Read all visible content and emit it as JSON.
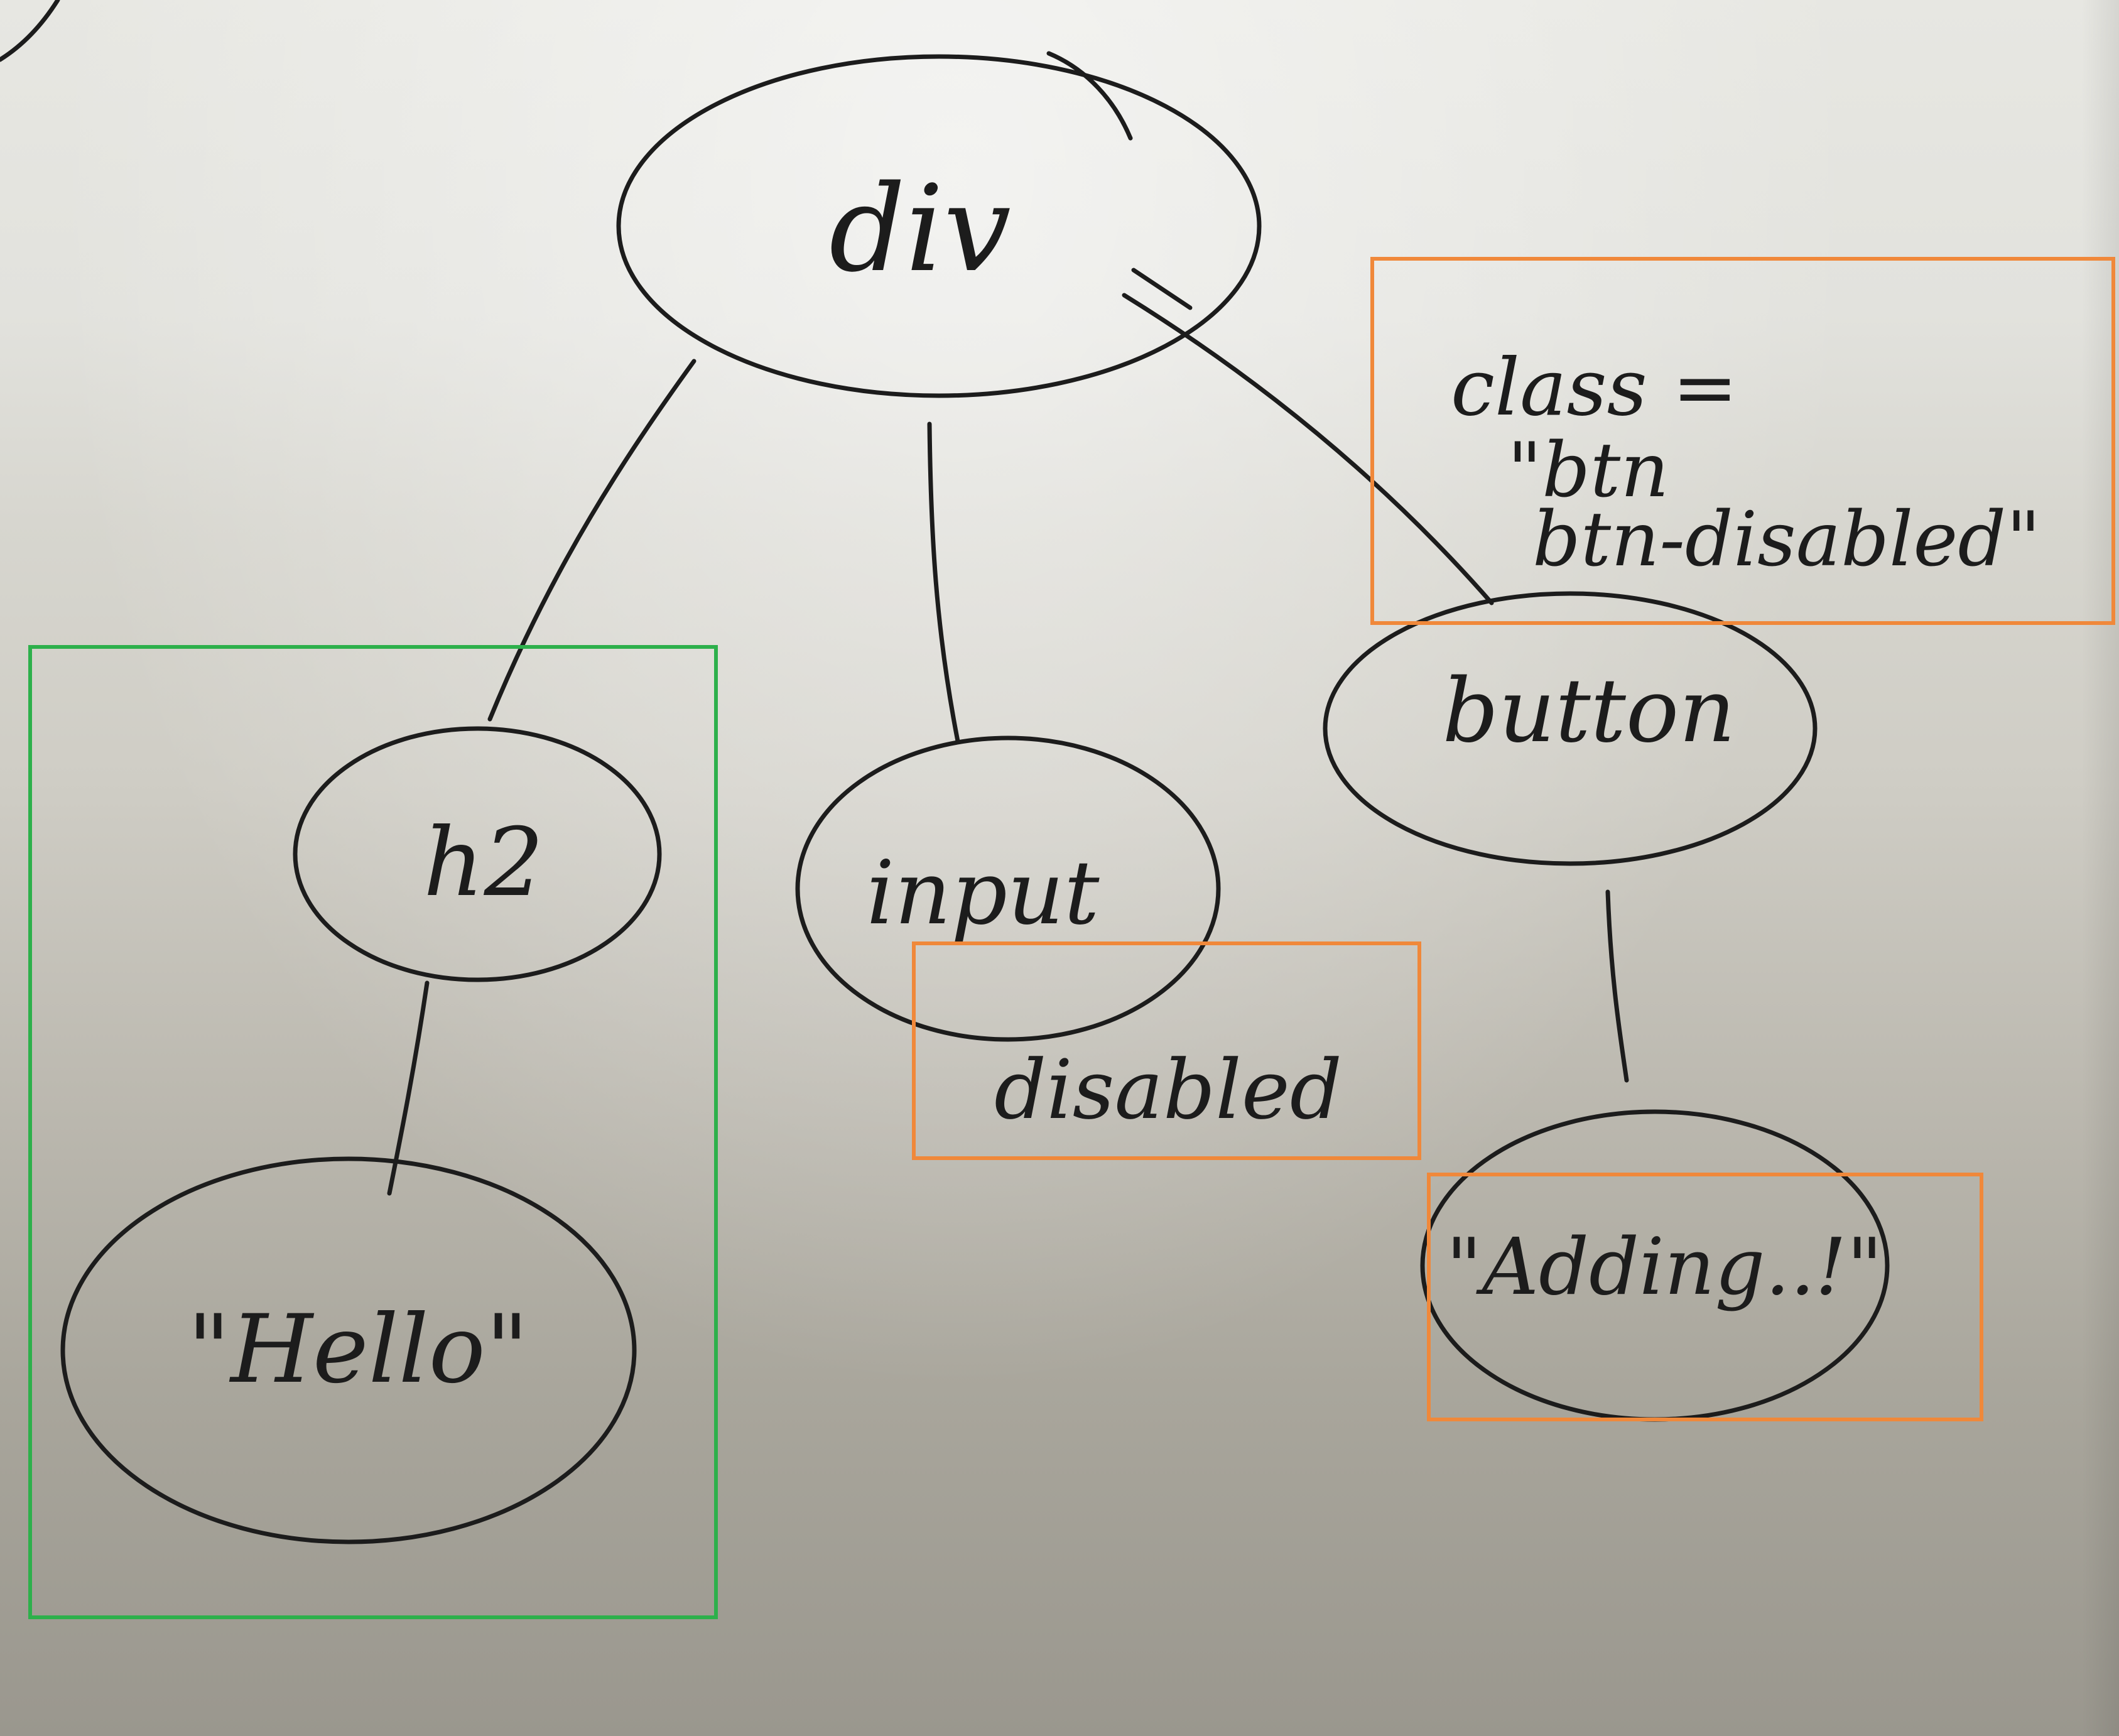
{
  "diagram": {
    "nodes": {
      "div": "div",
      "h2": "h2",
      "input": "input",
      "button": "button",
      "hello": "\"Hello\"",
      "adding": "\"Adding..!\""
    },
    "attributes": {
      "input_disabled": "disabled",
      "button_class_line1": "class =",
      "button_class_line2": "\"btn",
      "button_class_line3": "btn-disabled\""
    }
  },
  "colors": {
    "ink": "#1c1c1c",
    "highlight_green": "#2db04b",
    "highlight_orange": "#f0883a",
    "paper": "#e2e2dd"
  }
}
